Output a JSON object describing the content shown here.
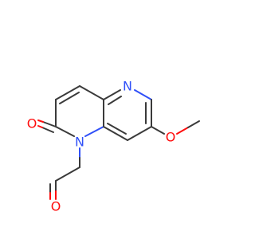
{
  "molecule": {
    "colors": {
      "carbon_bond": "#3a3a3a",
      "oxygen": "#ff0d0d",
      "nitrogen": "#3050f8",
      "background": "#ffffff"
    },
    "atoms": {
      "ring_n": {
        "symbol": "N",
        "element": "nitrogen"
      },
      "amide_n": {
        "symbol": "N",
        "element": "nitrogen"
      },
      "carbonyl_o": {
        "symbol": "O",
        "element": "oxygen"
      },
      "methoxy_o": {
        "symbol": "O",
        "element": "oxygen"
      },
      "aldehyde_o": {
        "symbol": "O",
        "element": "oxygen"
      }
    }
  }
}
